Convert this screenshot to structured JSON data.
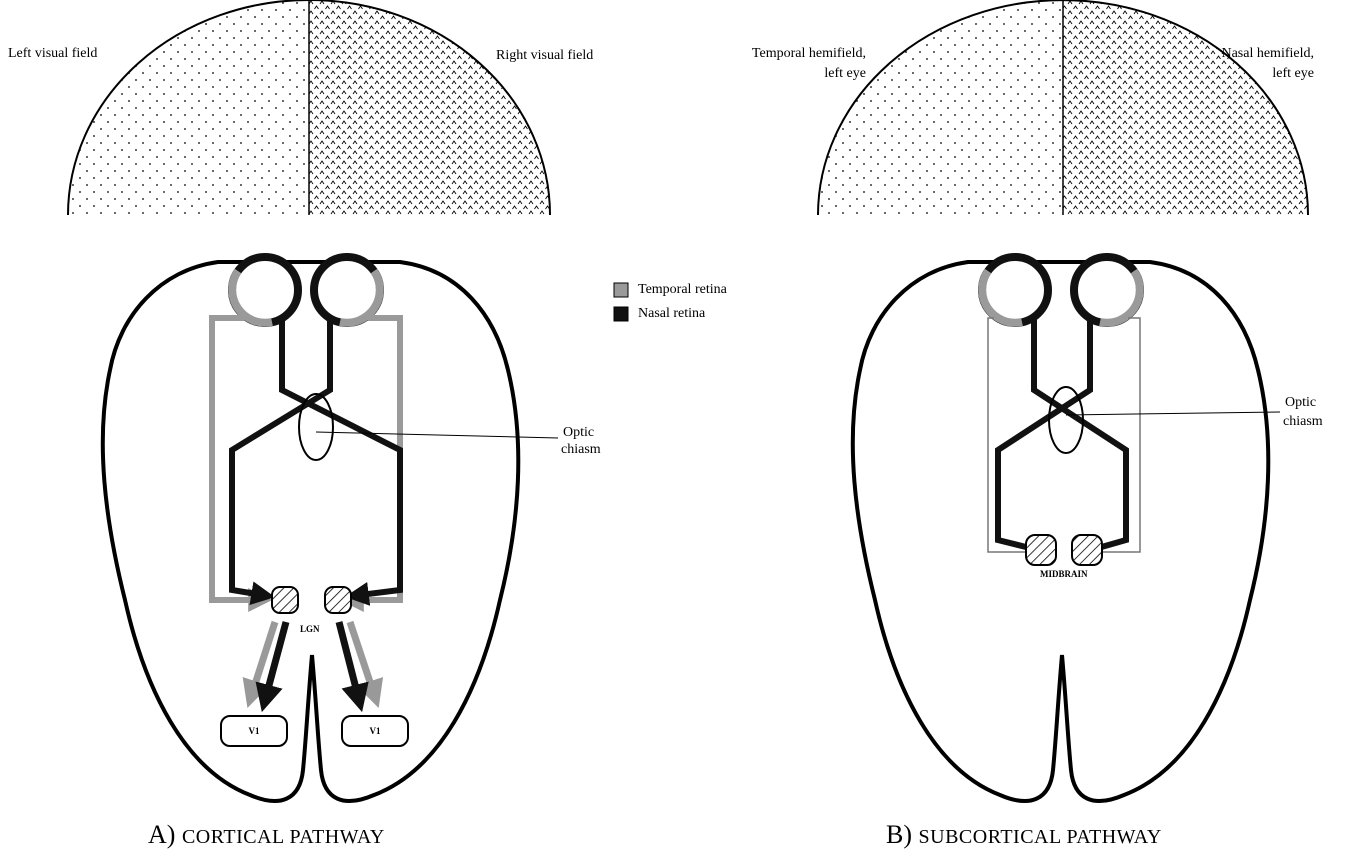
{
  "panel_a": {
    "left_field_label": "Left visual field",
    "right_field_label": "Right visual field",
    "optic_chiasm_label_line1": "Optic",
    "optic_chiasm_label_line2": "chiasm",
    "lgn_label": "LGN",
    "v1_left_label": "V1",
    "v1_right_label": "V1",
    "caption_letter": "A)",
    "caption_text": "CORTICAL PATHWAY"
  },
  "panel_b": {
    "temporal_label_line1": "Temporal hemifield,",
    "temporal_label_line2": "left eye",
    "nasal_label_line1": "Nasal hemifield,",
    "nasal_label_line2": "left eye",
    "optic_chiasm_label_line1": "Optic",
    "optic_chiasm_label_line2": "chiasm",
    "midbrain_label": "MIDBRAIN",
    "caption_letter": "B)",
    "caption_text": "SUBCORTICAL PATHWAY"
  },
  "legend": {
    "temporal_label": "Temporal retina",
    "nasal_label": "Nasal retina",
    "temporal_color": "#9a9a9a",
    "nasal_color": "#111111"
  }
}
